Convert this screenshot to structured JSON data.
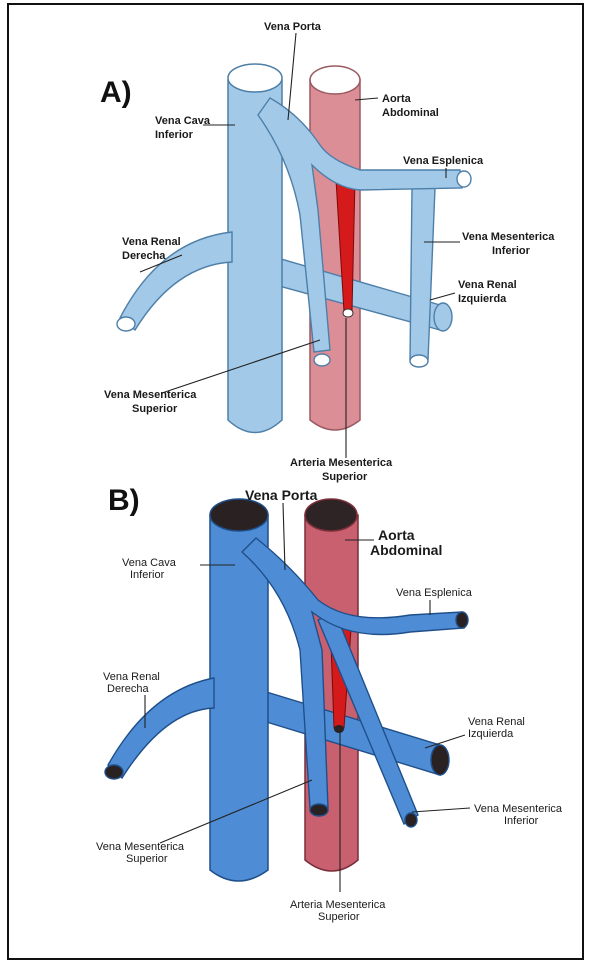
{
  "panels": {
    "a": {
      "letter": "A)",
      "labels": {
        "vena_porta": "Vena Porta",
        "aorta_1": "Aorta",
        "aorta_2": "Abdominal",
        "cava_1": "Vena Cava",
        "cava_2": "Inferior",
        "esplenica": "Vena Esplenica",
        "renal_der_1": "Vena Renal",
        "renal_der_2": "Derecha",
        "mes_inf_1": "Vena Mesenterica",
        "mes_inf_2": "Inferior",
        "renal_izq_1": "Vena Renal",
        "renal_izq_2": "Izquierda",
        "mes_sup_1": "Vena Mesenterica",
        "mes_sup_2": "Superior",
        "art_mes_1": "Arteria Mesenterica",
        "art_mes_2": "Superior"
      }
    },
    "b": {
      "letter": "B)",
      "labels": {
        "vena_porta": "Vena Porta",
        "aorta_1": "Aorta",
        "aorta_2": "Abdominal",
        "cava_1": "Vena Cava",
        "cava_2": "Inferior",
        "esplenica": "Vena Esplenica",
        "renal_der_1": "Vena Renal",
        "renal_der_2": "Derecha",
        "renal_izq_1": "Vena Renal",
        "renal_izq_2": "Izquierda",
        "mes_inf_1": "Vena Mesenterica",
        "mes_inf_2": "Inferior",
        "mes_sup_1": "Vena Mesenterica",
        "mes_sup_2": "Superior",
        "art_mes_1": "Arteria Mesenterica",
        "art_mes_2": "Superior"
      }
    }
  },
  "colors": {
    "vein_light": "#9ec6e6",
    "vein_light_edge": "#4d7fa8",
    "aorta_light": "#d9858f",
    "artery_red": "#d41a1a",
    "vein_dark": "#4f8fd6",
    "vein_dark_edge": "#1f4f8a",
    "aorta_dark": "#c4596a",
    "lumen_dark": "#2a2222"
  }
}
